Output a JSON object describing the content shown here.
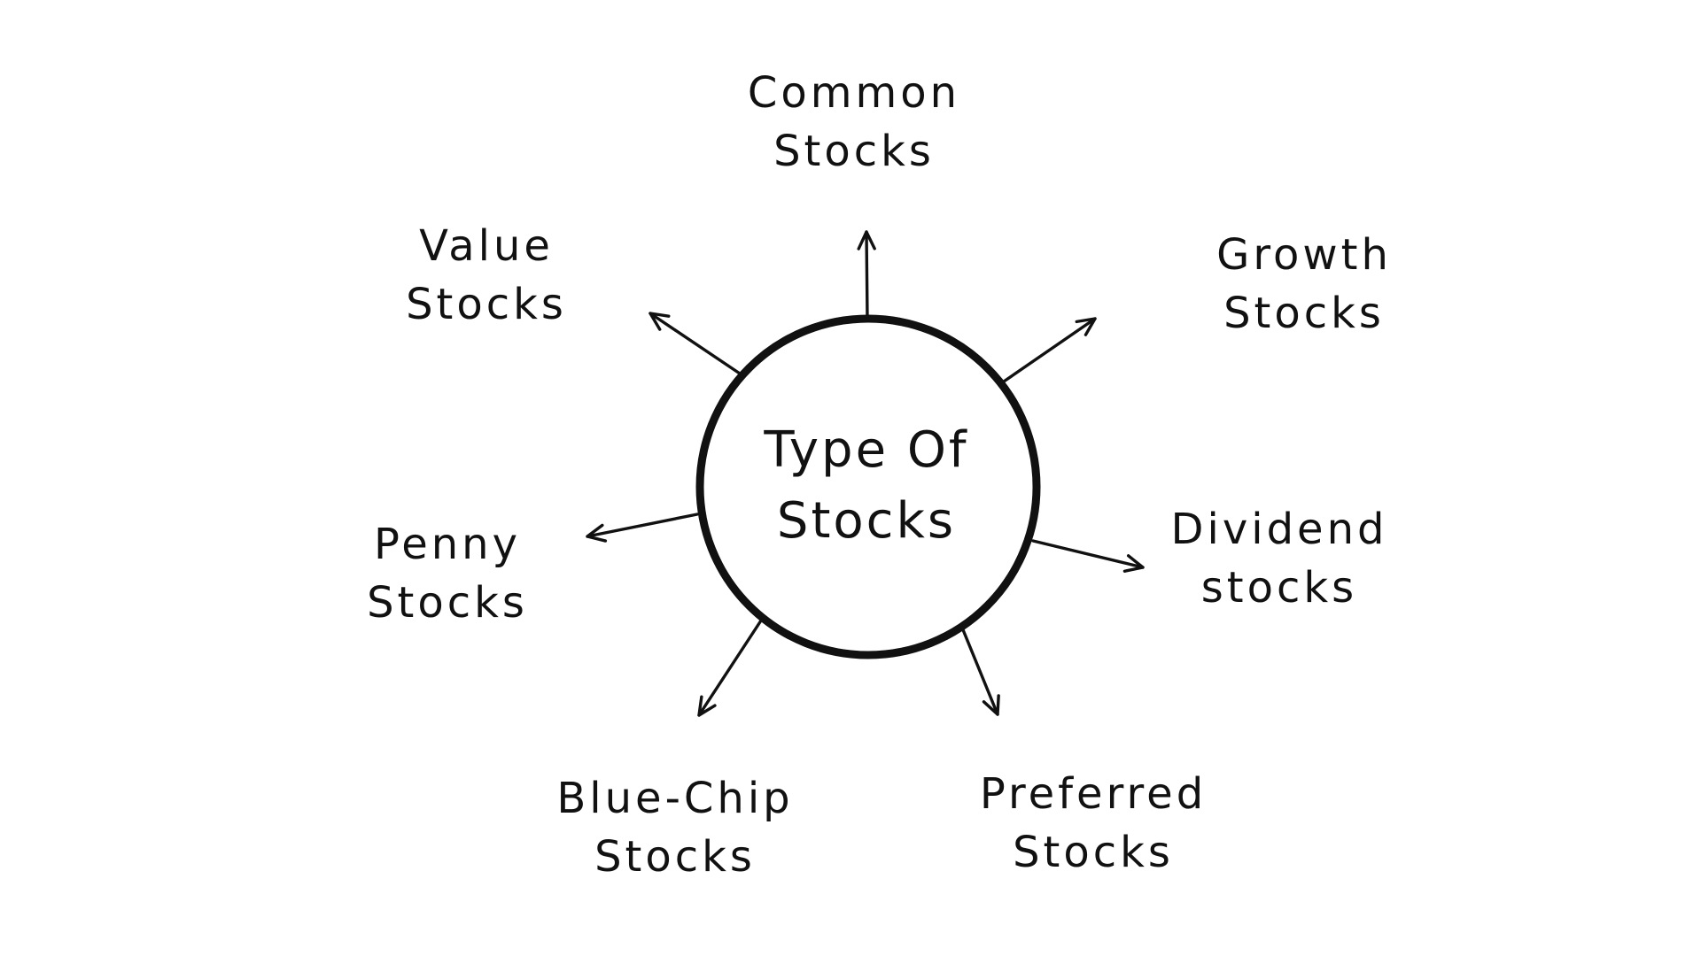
{
  "page": {
    "background_color": "#ffffff",
    "ink_color": "#111111"
  },
  "diagram": {
    "type": "radial-mind-map",
    "center": {
      "line1": "Type Of",
      "line2": "Stocks"
    },
    "nodes": [
      {
        "id": "common-stocks",
        "line1": "Common",
        "line2": "Stocks",
        "position": "top"
      },
      {
        "id": "growth-stocks",
        "line1": "Growth",
        "line2": "Stocks",
        "position": "top-right"
      },
      {
        "id": "dividend-stocks",
        "line1": "Dividend",
        "line2": "stocks",
        "position": "right"
      },
      {
        "id": "preferred-stocks",
        "line1": "Preferred",
        "line2": "Stocks",
        "position": "bottom-right"
      },
      {
        "id": "blue-chip-stocks",
        "line1": "Blue-Chip",
        "line2": "Stocks",
        "position": "bottom-left"
      },
      {
        "id": "penny-stocks",
        "line1": "Penny",
        "line2": "Stocks",
        "position": "left"
      },
      {
        "id": "value-stocks",
        "line1": "Value",
        "line2": "Stocks",
        "position": "top-left"
      }
    ]
  }
}
